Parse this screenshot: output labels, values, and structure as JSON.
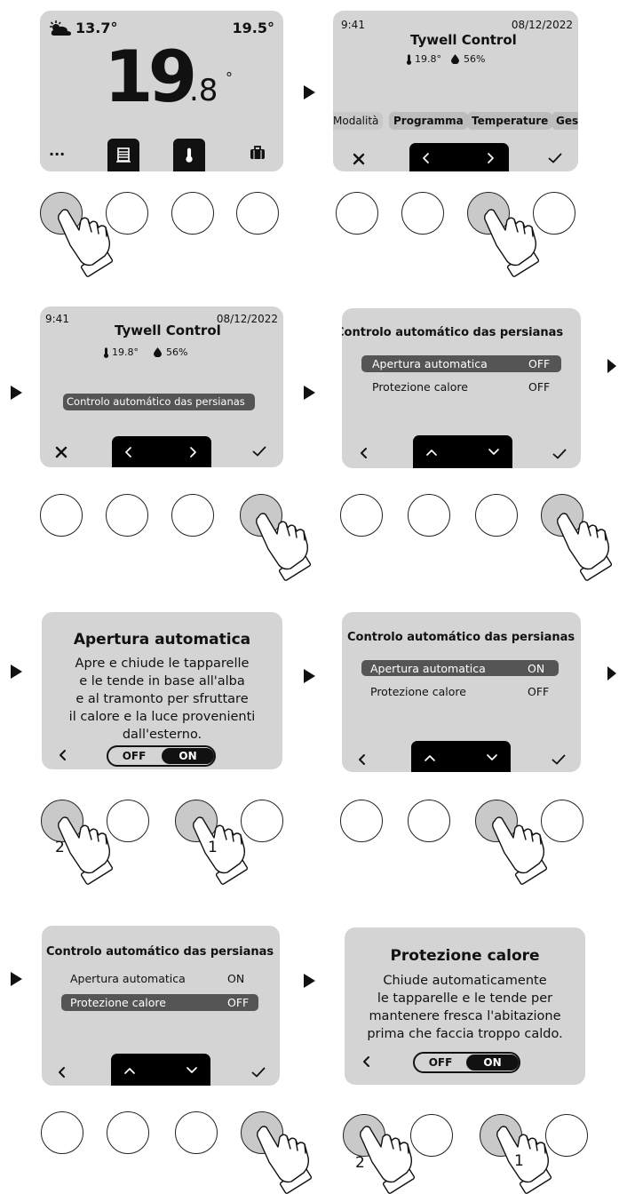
{
  "home": {
    "weather_temp": "13.7°",
    "setpoint": "19.5°",
    "big_temp_int": "19",
    "big_temp_dec": ".8",
    "degree": "°",
    "more_label": "···"
  },
  "header": {
    "time": "9:41",
    "date": "08/12/2022",
    "title": "Tywell Control",
    "indoor_temp": "19.8°",
    "humidity": "56%"
  },
  "menu_tabs": [
    "Modalità",
    "Programma",
    "Temperature",
    "Gestione"
  ],
  "selected_item": "Controlo automático das persianas",
  "list_screen": {
    "title": "Controlo automático das persianas",
    "rows_step4": [
      {
        "label": "Apertura automatica",
        "value": "OFF"
      },
      {
        "label": "Protezione calore",
        "value": "OFF"
      }
    ],
    "rows_step6": [
      {
        "label": "Apertura automatica",
        "value": "ON"
      },
      {
        "label": "Protezione calore",
        "value": "OFF"
      }
    ],
    "rows_step7": [
      {
        "label": "Apertura automatica",
        "value": "ON"
      },
      {
        "label": "Protezione calore",
        "value": "OFF"
      }
    ]
  },
  "detail_auto": {
    "title": "Apertura automatica",
    "lines": [
      "Apre e chiude le tapparelle",
      "e le tende in base all'alba",
      "e al tramonto per sfruttare",
      "il calore e la luce provenienti",
      "dall'esterno."
    ],
    "toggle_off": "OFF",
    "toggle_on": "ON"
  },
  "detail_heat": {
    "title": "Protezione calore",
    "lines": [
      "Chiude automaticamente",
      "le tapparelle e le tende per",
      "mantenere fresca l'abitazione",
      "prima che faccia troppo caldo."
    ],
    "toggle_off": "OFF",
    "toggle_on": "ON"
  },
  "step_numbers": {
    "first": "1",
    "second": "2"
  },
  "glyphs": {
    "cancel": "✕",
    "confirm": "✓",
    "left": "<",
    "right": ">",
    "up": "^",
    "down": "v",
    "back": "<"
  },
  "colors": {
    "screen_bg": "#d4d4d4",
    "highlight": "#555555",
    "nav_bar": "#000000",
    "pressed_button": "#c9c9c9"
  }
}
